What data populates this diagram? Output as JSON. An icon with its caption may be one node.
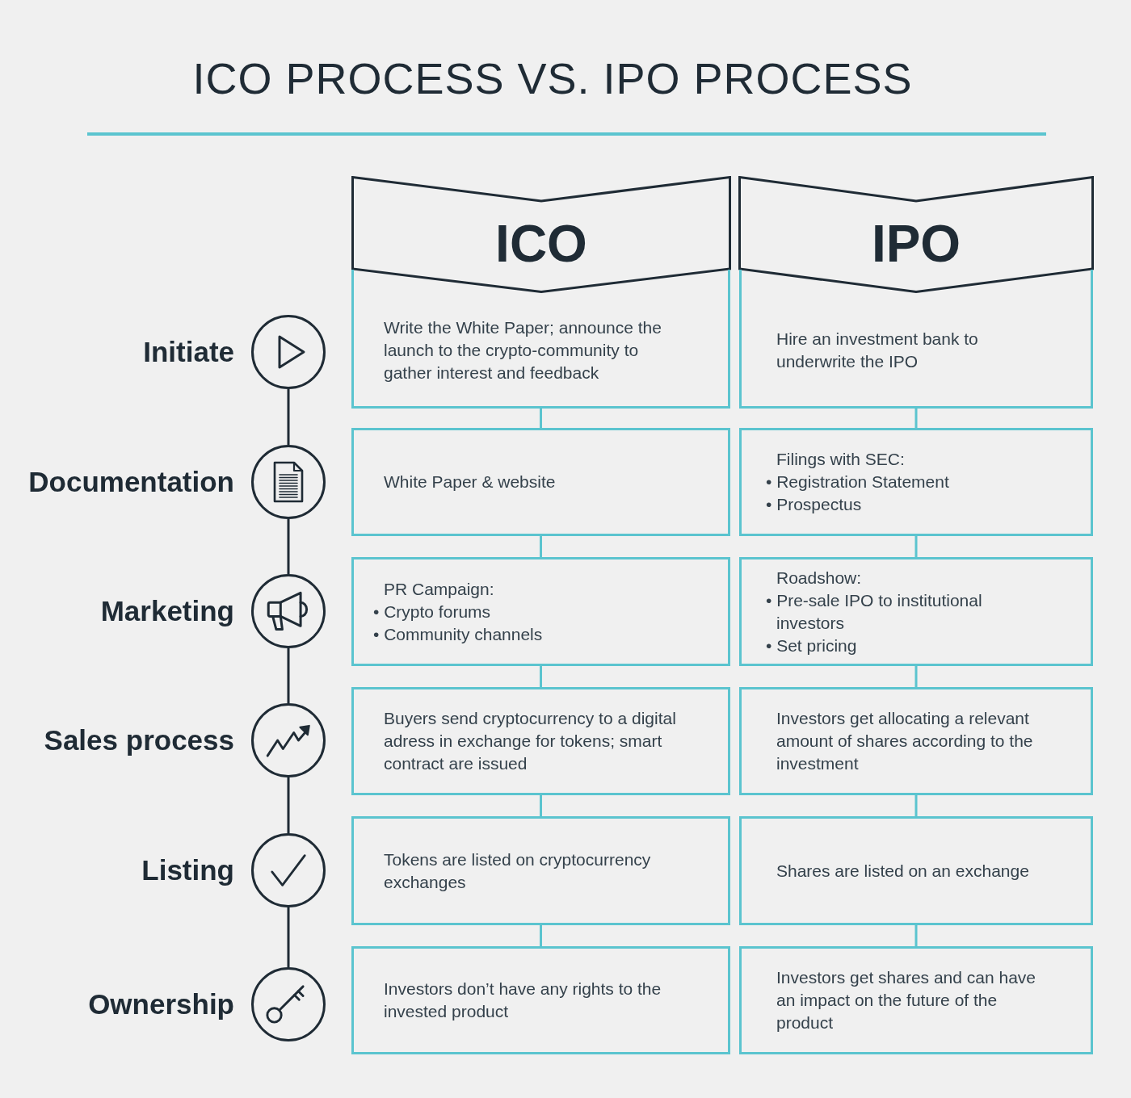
{
  "diagram": {
    "title": "ICO PROCESS VS. IPO PROCESS",
    "nodes": [
      {
        "text": [
          "ICO"
        ]
      },
      {
        "text": [
          "IPO"
        ]
      },
      {
        "text": [],
        "shape": "circle",
        "beside": [
          "Initiate"
        ]
      },
      {
        "text": [
          "Write the White Paper; announce the launch to the crypto-community to gather interest and feedback"
        ]
      },
      {
        "text": [
          "Hire an investment bank to underwrite the IPO"
        ]
      },
      {
        "text": [],
        "shape": "circle",
        "beside": [
          "Documentation"
        ]
      },
      {
        "text": [
          "White Paper & website"
        ]
      },
      {
        "text": [
          "Filings with SEC:",
          "• Registration Statement",
          "• Prospectus"
        ]
      },
      {
        "text": [],
        "shape": "circle",
        "beside": [
          "Marketing"
        ]
      },
      {
        "text": [
          "PR Campaign:",
          "• Crypto forums",
          "• Community channels"
        ]
      },
      {
        "text": [
          "Roadshow:",
          "• Pre-sale IPO to institutional investors",
          "• Set pricing"
        ]
      },
      {
        "text": [],
        "shape": "circle",
        "beside": [
          "Sales process"
        ]
      },
      {
        "text": [
          "Buyers send cryptocurrency to a digital adress in exchange for tokens; smart contract are issued"
        ]
      },
      {
        "text": [
          "Investors get allocating a relevant amount of shares according to the investment"
        ]
      },
      {
        "text": [],
        "shape": "circle",
        "beside": [
          "Listing"
        ]
      },
      {
        "text": [
          "Tokens are listed on cryptocurrency exchanges"
        ]
      },
      {
        "text": [
          "Shares are listed on an exchange"
        ]
      },
      {
        "text": [],
        "shape": "circle",
        "beside": [
          "Ownership"
        ]
      },
      {
        "text": [
          "Investors don’t have any rights to the invested product"
        ]
      },
      {
        "text": [
          "Investors get shares and can have an impact on the future of the product"
        ]
      }
    ],
    "edges": [
      {
        "from": 2,
        "to": 5,
        "arrow": "none",
        "color": "#1f2b35"
      },
      {
        "from": 5,
        "to": 8,
        "arrow": "none",
        "color": "#1f2b35"
      },
      {
        "from": 8,
        "to": 11,
        "arrow": "none",
        "color": "#1f2b35"
      },
      {
        "from": 11,
        "to": 14,
        "arrow": "none",
        "color": "#1f2b35"
      },
      {
        "from": 14,
        "to": 17,
        "arrow": "none",
        "color": "#1f2b35"
      },
      {
        "from": 3,
        "to": 6,
        "arrow": "none"
      },
      {
        "from": 6,
        "to": 9,
        "arrow": "none"
      },
      {
        "from": 9,
        "to": 12,
        "arrow": "none"
      },
      {
        "from": 12,
        "to": 15,
        "arrow": "none"
      },
      {
        "from": 15,
        "to": 18,
        "arrow": "none"
      },
      {
        "from": 4,
        "to": 7,
        "arrow": "none"
      },
      {
        "from": 7,
        "to": 10,
        "arrow": "none"
      },
      {
        "from": 10,
        "to": 13,
        "arrow": "none"
      },
      {
        "from": 13,
        "to": 16,
        "arrow": "none"
      },
      {
        "from": 16,
        "to": 19,
        "arrow": "none"
      }
    ]
  }
}
